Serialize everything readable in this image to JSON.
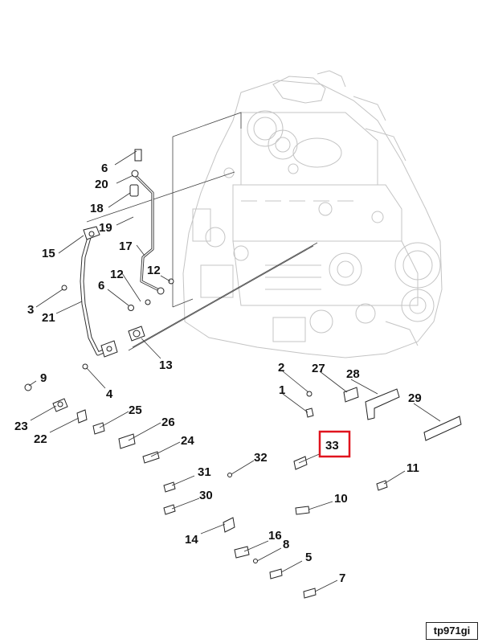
{
  "diagram": {
    "reference_code": "tp971gi",
    "highlighted_callout": "33",
    "highlight_color": "#e0141e",
    "callouts": {
      "c1": "1",
      "c2": "2",
      "c3": "3",
      "c4": "4",
      "c5": "5",
      "c6a": "6",
      "c6b": "6",
      "c7": "7",
      "c8": "8",
      "c9": "9",
      "c10": "10",
      "c11": "11",
      "c12a": "12",
      "c12b": "12",
      "c13": "13",
      "c14": "14",
      "c15": "15",
      "c16": "16",
      "c17": "17",
      "c18": "18",
      "c19": "19",
      "c20": "20",
      "c21": "21",
      "c22": "22",
      "c23": "23",
      "c24": "24",
      "c25": "25",
      "c26": "26",
      "c27": "27",
      "c28": "28",
      "c29": "29",
      "c30": "30",
      "c31": "31",
      "c32": "32",
      "c33": "33"
    }
  }
}
